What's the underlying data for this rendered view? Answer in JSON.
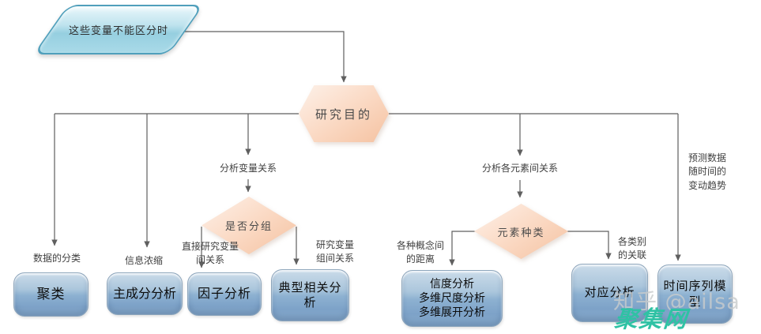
{
  "page": {
    "background": "#ffffff"
  },
  "colors": {
    "connector": "#5f5f5f",
    "start_fill": "#a9dae8",
    "start_border": "#4f9fbb",
    "decision_fill": "#f8cfb5",
    "process_fill": "#8db1d1",
    "watermark_gray": "#c9cccd",
    "watermark_teal": "#2fc2a4"
  },
  "nodes": {
    "start": "这些变量不能区分时",
    "purpose": "研究目的",
    "group_decision": "是否分组",
    "element_decision": "元素种类",
    "cluster": "聚类",
    "pca": "主成分分析",
    "factor": "因子分析",
    "canonical": "典型相关分析",
    "reliability_lines": [
      "信度分析",
      "多维尺度分析",
      "多维展开分析"
    ],
    "correspondence": "对应分析",
    "timeseries": "时间序列模型"
  },
  "edge_labels": {
    "analyze_variable_relation": "分析变量关系",
    "analyze_element_relation": "分析各元素间关系",
    "predict_trend_lines": [
      "预测数据",
      "随时间的",
      "变动趋势"
    ],
    "data_classification": "数据的分类",
    "info_condense": "信息浓缩",
    "direct_study_lines": [
      "直接研究变量",
      "间关系"
    ],
    "group_relation_lines": [
      "研究变量",
      "组间关系"
    ],
    "concept_distance_lines": [
      "各种概念间",
      "的距离"
    ],
    "category_association_lines": [
      "各类别",
      "的关联"
    ]
  },
  "watermarks": {
    "zhihu": "知乎 @ailsa",
    "site": "聚集网"
  }
}
